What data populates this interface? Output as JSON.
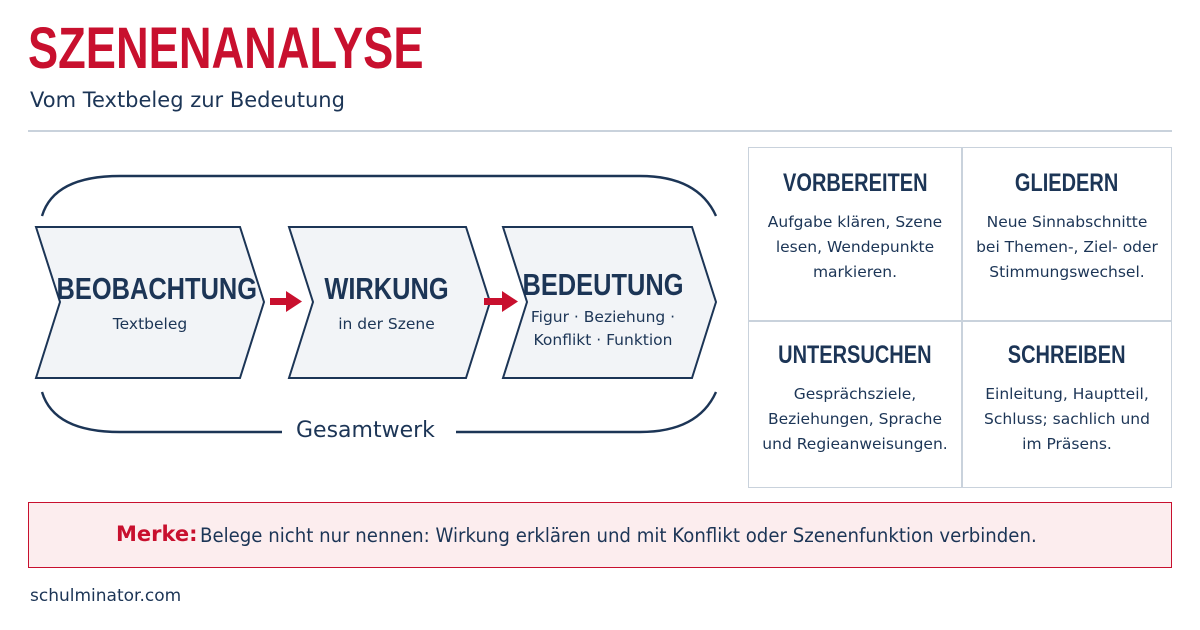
{
  "header": {
    "title": "SZENENANALYSE",
    "subtitle": "Vom Textbeleg zur Bedeutung"
  },
  "flow": {
    "steps": [
      {
        "title": "BEOBACHTUNG",
        "lines": [
          "Textbeleg"
        ]
      },
      {
        "title": "WIRKUNG",
        "lines": [
          "in der Szene"
        ]
      },
      {
        "title": "BEDEUTUNG",
        "lines": [
          "Figur · Beziehung ·",
          "Konflikt · Funktion"
        ]
      }
    ],
    "frame_label": "Gesamtwerk",
    "arrow_icon": "right-arrow-icon",
    "colors": {
      "navy": "#1c3556",
      "red": "#c8102e",
      "chevron_fill": "#f2f4f7"
    }
  },
  "grid": {
    "cells": [
      {
        "title": "VORBEREITEN",
        "lines": [
          "Aufgabe klären, Szene",
          "lesen, Wendepunkte",
          "markieren."
        ]
      },
      {
        "title": "GLIEDERN",
        "lines": [
          "Neue Sinnabschnitte",
          "bei Themen-, Ziel- oder",
          "Stimmungswechsel."
        ]
      },
      {
        "title": "UNTERSUCHEN",
        "lines": [
          "Gesprächsziele,",
          "Beziehungen, Sprache",
          "und Regieanweisungen."
        ]
      },
      {
        "title": "SCHREIBEN",
        "lines": [
          "Einleitung, Hauptteil,",
          "Schluss; sachlich und",
          "im Präsens."
        ]
      }
    ]
  },
  "note": {
    "label": "Merke:",
    "text": "Belege nicht nur nennen: Wirkung erklären und mit Konflikt oder Szenenfunktion verbinden."
  },
  "footer": {
    "site": "schulminator.com"
  }
}
